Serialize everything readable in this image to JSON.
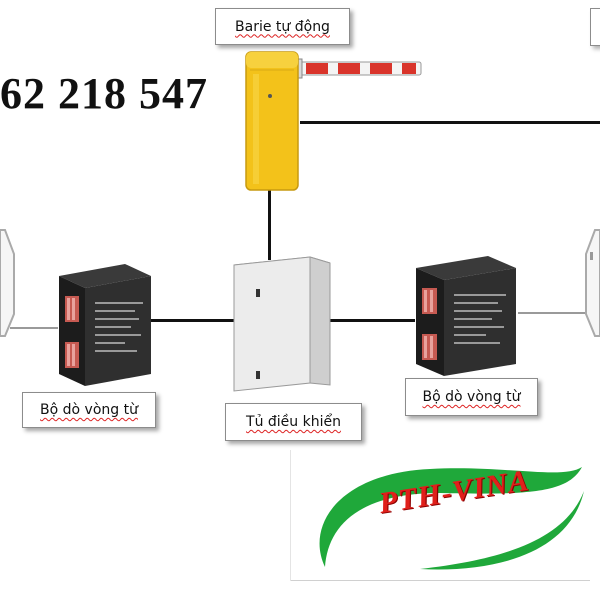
{
  "phone_number": "62 218 547",
  "labels": {
    "barrier": "Barie tự động",
    "detector_left": "Bộ dò vòng từ",
    "detector_right": "Bộ dò vòng từ",
    "cabinet": "Tủ điều khiển"
  },
  "logo": {
    "text": "PTH-VINA"
  },
  "icons": {
    "barrier": "barrier-gate-icon",
    "detector": "loop-detector-icon",
    "cabinet": "control-cabinet-icon",
    "sensor_loop": "sensor-loop-icon"
  },
  "colors": {
    "barrier_body": "#f3c21a",
    "arm_stripe": "#d9342b",
    "logo_green": "#1fa83a",
    "logo_red": "#e0201b",
    "wire": "#111111"
  }
}
